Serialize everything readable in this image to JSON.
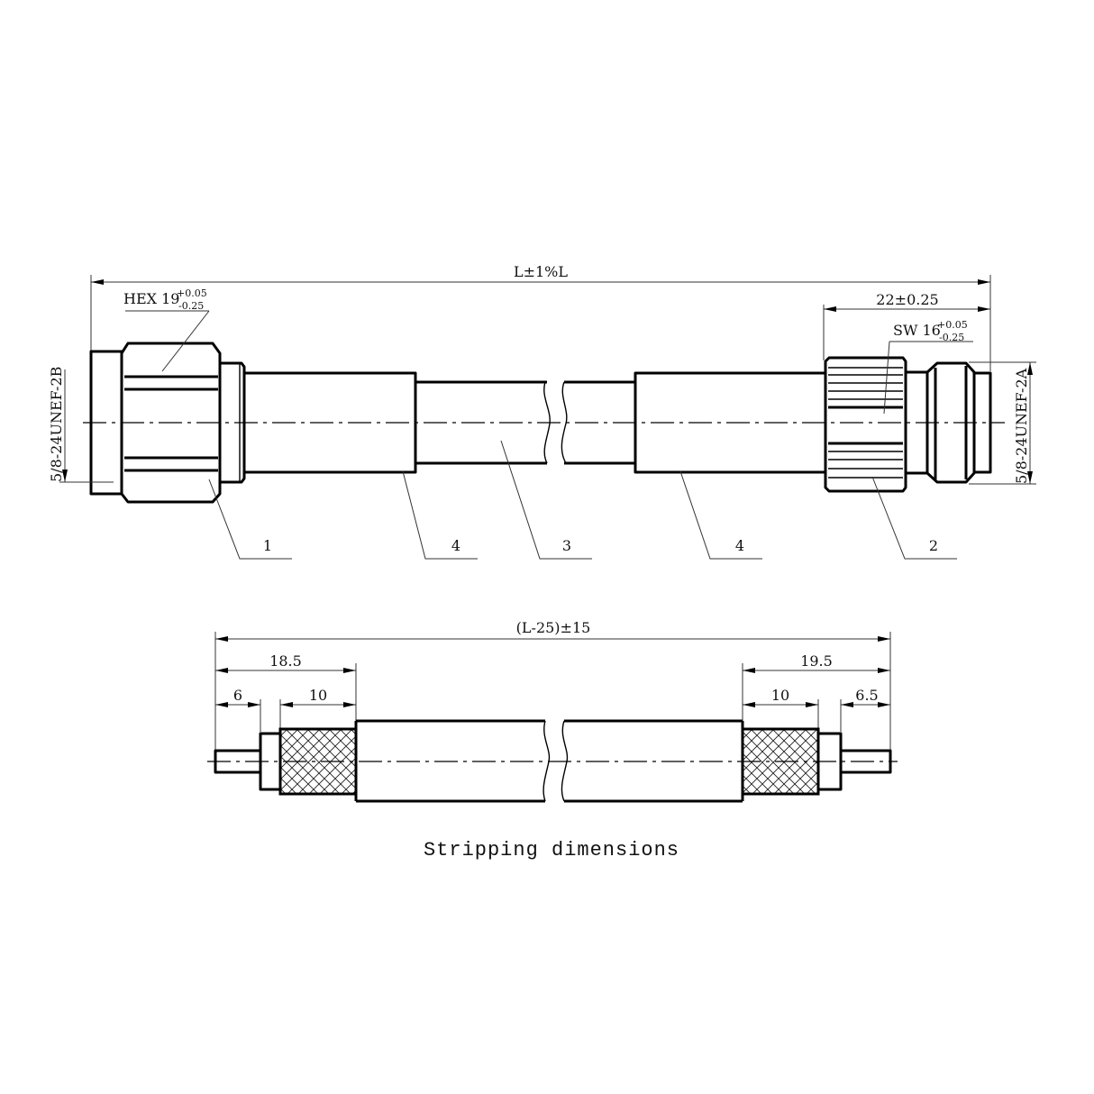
{
  "drawing": {
    "overall_length": "L±1%L",
    "left_connector": {
      "hex": "HEX 19",
      "hex_tol_upper": "+0.05",
      "hex_tol_lower": "-0.25",
      "thread": "5/8-24UNEF-2B"
    },
    "right_connector": {
      "length": "22±0.25",
      "sw": "SW 16",
      "sw_tol_upper": "+0.05",
      "sw_tol_lower": "-0.25",
      "thread": "5/8-24UNEF-2A"
    },
    "part_callouts": [
      "1",
      "4",
      "3",
      "4",
      "2"
    ]
  },
  "stripping": {
    "overall": "(L-25)±15",
    "left": {
      "total": "18.5",
      "pin": "6",
      "braid": "10"
    },
    "right": {
      "total": "19.5",
      "pin": "6.5",
      "braid": "10"
    },
    "caption": "Stripping dimensions"
  }
}
